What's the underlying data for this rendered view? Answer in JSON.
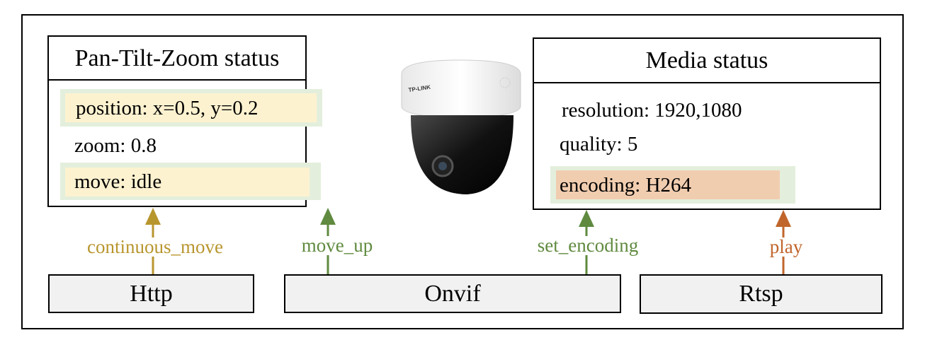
{
  "ptz_status": {
    "title": "Pan-Tilt-Zoom status",
    "position": "position: x=0.5, y=0.2",
    "zoom": "zoom: 0.8",
    "move": "move: idle"
  },
  "media_status": {
    "title": "Media status",
    "resolution": "resolution: 1920,1080",
    "quality": "quality: 5",
    "encoding": "encoding: H264"
  },
  "camera": {
    "brand": "TP-LINK"
  },
  "actions": {
    "continuous_move": "continuous_move",
    "move_up": "move_up",
    "set_encoding": "set_encoding",
    "play": "play"
  },
  "protocols": {
    "http": "Http",
    "onvif": "Onvif",
    "rtsp": "Rtsp"
  },
  "colors": {
    "gold": "#b8962e",
    "green": "#5f8a3f",
    "orange": "#c0652b"
  }
}
